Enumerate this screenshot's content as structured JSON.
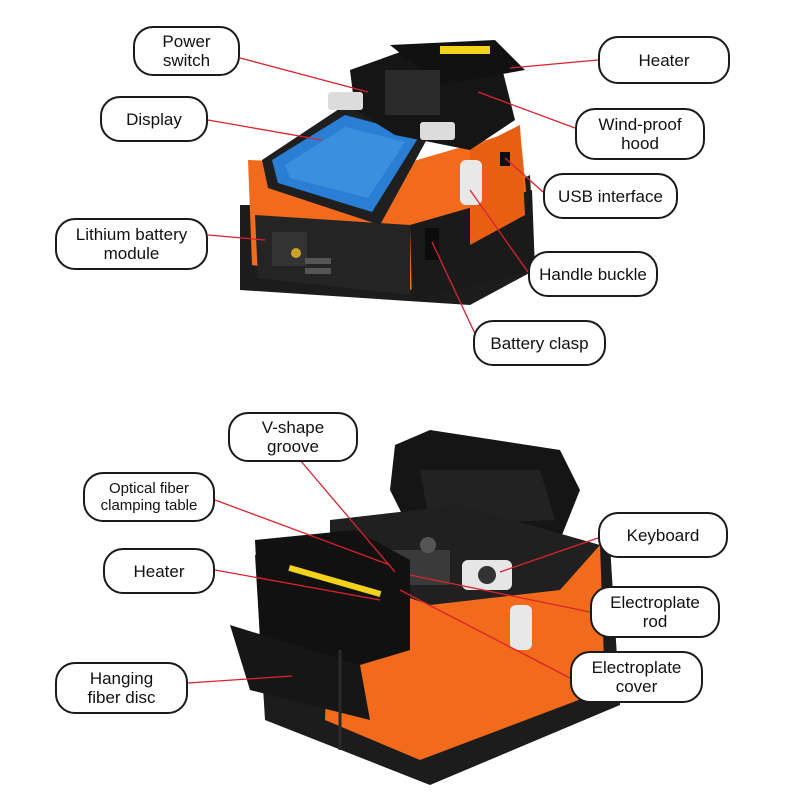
{
  "colors": {
    "leader_line": "#d9232e",
    "body_orange": "#f26a1b",
    "body_black": "#1c1c1c",
    "screen_blue": "#2a7fd4",
    "heater_yellow": "#f2d21b"
  },
  "top_view": {
    "labels": {
      "power_switch": "Power\nswitch",
      "display": "Display",
      "lithium_battery": "Lithium battery\nmodule",
      "heater": "Heater",
      "wind_proof_hood": "Wind-proof\nhood",
      "usb_interface": "USB interface",
      "handle_buckle": "Handle buckle",
      "battery_clasp": "Battery clasp"
    }
  },
  "bottom_view": {
    "labels": {
      "v_shape_groove": "V-shape\ngroove",
      "optical_fiber_clamping_table": "Optical fiber\nclamping table",
      "heater": "Heater",
      "hanging_fiber_disc": "Hanging\nfiber disc",
      "keyboard": "Keyboard",
      "electroplate_rod": "Electroplate\nrod",
      "electroplate_cover": "Electroplate\ncover"
    }
  }
}
